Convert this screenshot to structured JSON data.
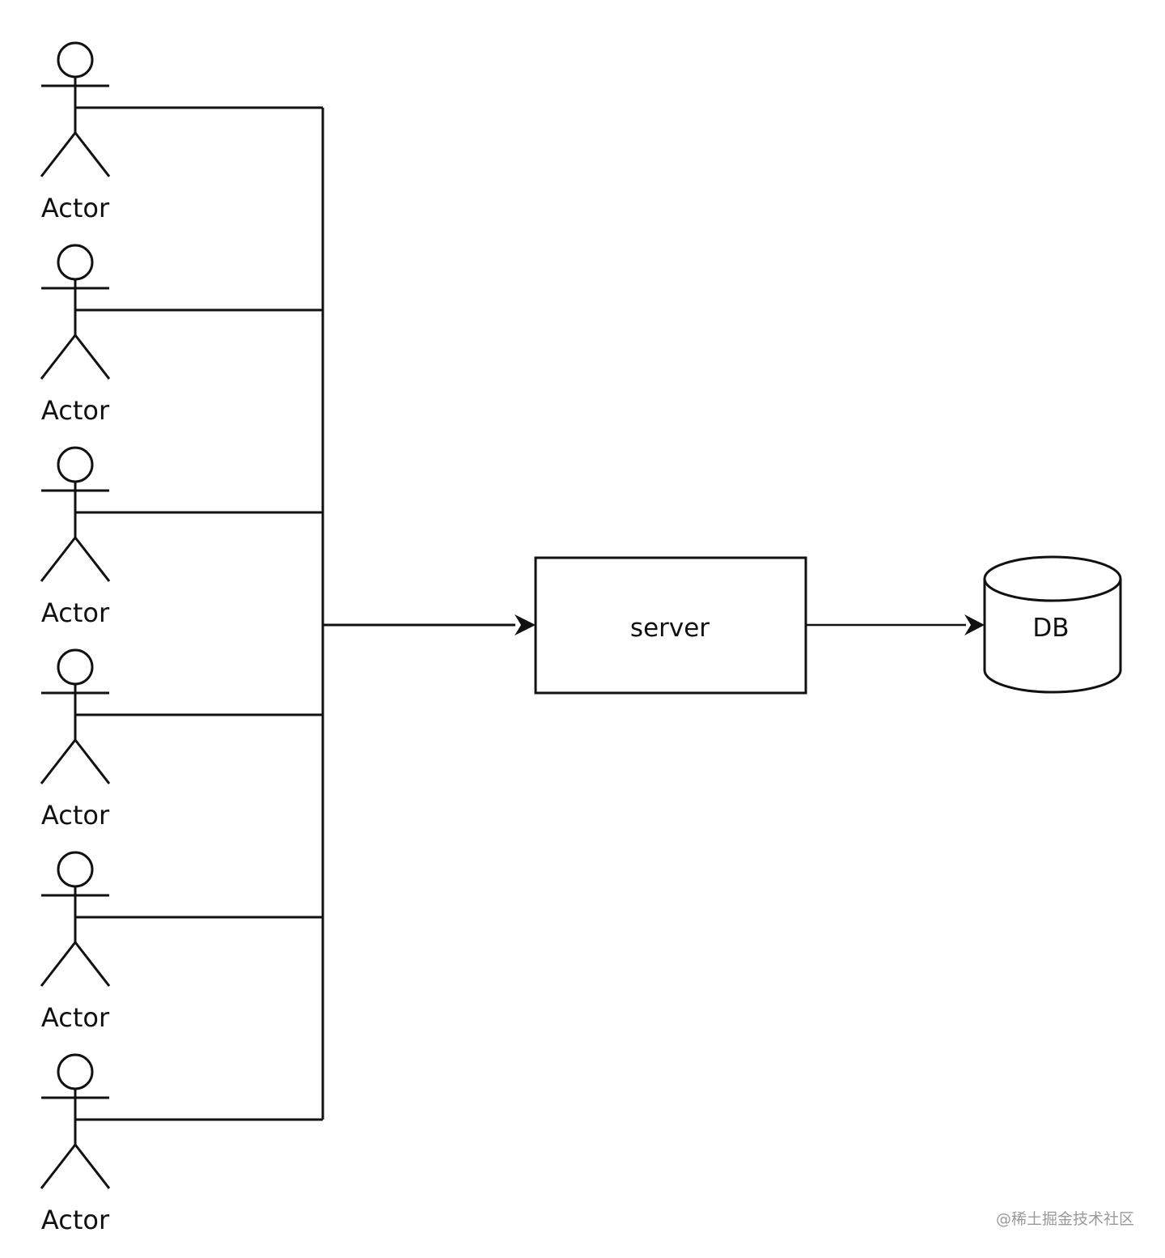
{
  "actors": [
    {
      "label": "Actor"
    },
    {
      "label": "Actor"
    },
    {
      "label": "Actor"
    },
    {
      "label": "Actor"
    },
    {
      "label": "Actor"
    },
    {
      "label": "Actor"
    }
  ],
  "server": {
    "label": "server"
  },
  "database": {
    "label": "DB"
  },
  "watermark": {
    "text": "@稀土掘金技术社区"
  }
}
